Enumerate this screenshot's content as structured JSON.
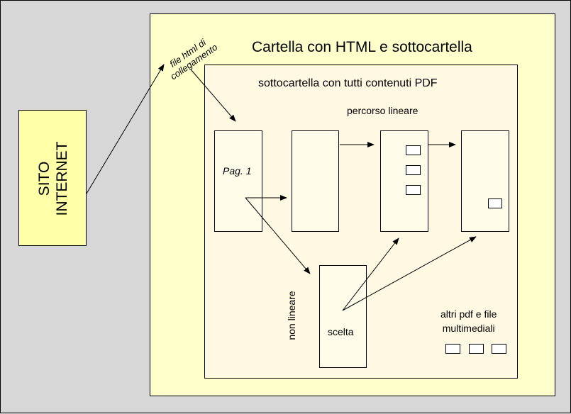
{
  "site": {
    "label_line1": "SITO",
    "label_line2": "INTERNET"
  },
  "link_file": {
    "line1": "file html di",
    "line2": "collegamento"
  },
  "outer_folder": {
    "title": "Cartella con HTML e sottocartella"
  },
  "subfolder": {
    "title": "sottocartella con tutti contenuti PDF"
  },
  "paths": {
    "linear": "percorso lineare",
    "nonlinear": "non lineare"
  },
  "pages": {
    "page1": "Pag. 1",
    "choice": "scelta"
  },
  "extras": {
    "line1": "altri pdf e file",
    "line2": "multimediali"
  },
  "colors": {
    "background": "#d7d7d7",
    "site_box": "#ffffa8",
    "outer_folder": "#ffffcc",
    "subfolder": "#fff8e2",
    "page": "#fffdea",
    "stroke": "#000000"
  }
}
